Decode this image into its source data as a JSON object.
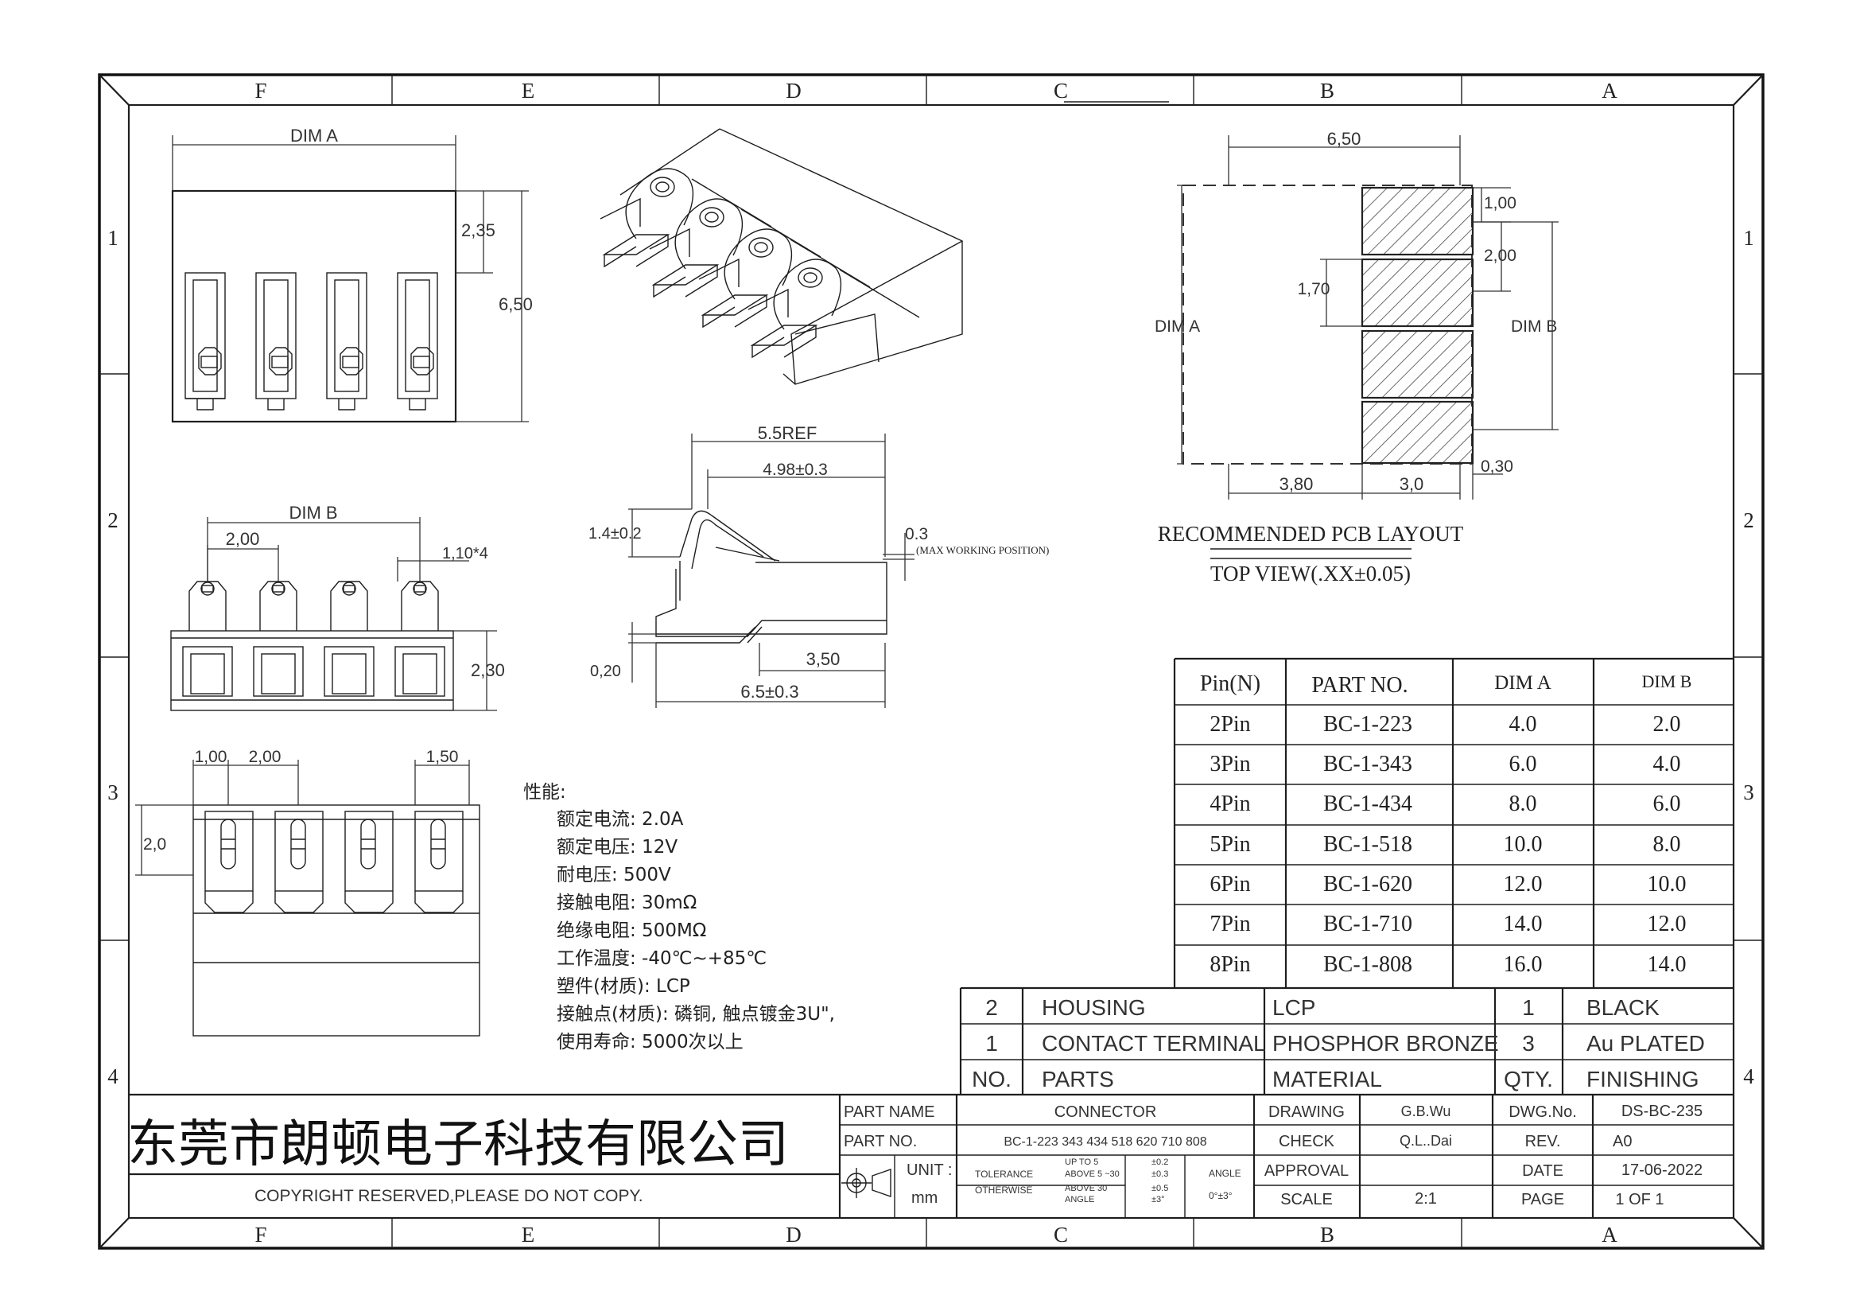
{
  "frame": {
    "columns": [
      "F",
      "E",
      "D",
      "C",
      "B",
      "A"
    ],
    "rows": [
      "1",
      "2",
      "3",
      "4"
    ]
  },
  "dims": {
    "front_width": "DIM A",
    "front_top": "2,35",
    "front_height": "6,50",
    "mid_width": "DIM B",
    "mid_pitch": "2,00",
    "mid_pin": "1,10*4",
    "mid_height": "2,30",
    "bot_d1": "1,00",
    "bot_d2": "2,00",
    "bot_d3": "1,50",
    "bot_h": "2,0",
    "side_ref": "5.5REF",
    "side_working": "4.98±0.3",
    "side_height": "1.4±0.2",
    "side_travel": "0.3",
    "side_travel_note": "(MAX WORKING POSITION)",
    "side_thick": "0,20",
    "side_base": "3,50",
    "side_total": "6.5±0.3",
    "pcb_width": "6,50",
    "pcb_pad": "1,00",
    "pcb_pitch": "2,00",
    "pcb_gap": "1,70",
    "pcb_dima": "DIM A",
    "pcb_dimb": "DIM B",
    "pcb_left": "3,80",
    "pcb_pad_w": "3,0",
    "pcb_end": "0,30"
  },
  "pcb_layout": {
    "title": "RECOMMENDED PCB LAYOUT",
    "subtitle": "TOP VIEW(.XX±0.05)"
  },
  "specs": {
    "heading": "性能:",
    "lines": [
      "额定电流: 2.0A",
      "额定电压: 12V",
      "耐电压: 500V",
      "接触电阻: 30mΩ",
      "绝缘电阻: 500MΩ",
      "工作温度: -40℃~+85℃",
      "塑件(材质): LCP",
      "接触点(材质): 磷铜, 触点镀金3U\",",
      "使用寿命: 5000次以上"
    ]
  },
  "pin_table": {
    "headers": [
      "Pin(N)",
      "PART NO.",
      "DIM A",
      "DIM B"
    ],
    "rows": [
      [
        "2Pin",
        "BC-1-223",
        "4.0",
        "2.0"
      ],
      [
        "3Pin",
        "BC-1-343",
        "6.0",
        "4.0"
      ],
      [
        "4Pin",
        "BC-1-434",
        "8.0",
        "6.0"
      ],
      [
        "5Pin",
        "BC-1-518",
        "10.0",
        "8.0"
      ],
      [
        "6Pin",
        "BC-1-620",
        "12.0",
        "10.0"
      ],
      [
        "7Pin",
        "BC-1-710",
        "14.0",
        "12.0"
      ],
      [
        "8Pin",
        "BC-1-808",
        "16.0",
        "14.0"
      ]
    ]
  },
  "bom": {
    "rows": [
      [
        "2",
        "HOUSING",
        "LCP",
        "1",
        "BLACK"
      ],
      [
        "1",
        "CONTACT TERMINAL",
        "PHOSPHOR BRONZE",
        "3",
        "Au PLATED"
      ],
      [
        "NO.",
        "PARTS",
        "MATERIAL",
        "QTY.",
        "FINISHING"
      ]
    ]
  },
  "title_block": {
    "company": "东莞市朗顿电子科技有限公司",
    "copyright": "COPYRIGHT RESERVED,PLEASE DO NOT COPY.",
    "part_name_label": "PART NAME",
    "part_name": "CONNECTOR",
    "part_no_label": "PART NO.",
    "part_no": "BC-1-223 343 434 518 620 710 808",
    "unit_label": "UNIT :",
    "unit": "mm",
    "tolerance_label": "TOLERANCE",
    "otherwise_label": "OTHERWISE",
    "tol_rows": [
      [
        "UP TO 5",
        "±0.2"
      ],
      [
        "ABOVE 5 ~30",
        "±0.3"
      ],
      [
        "ABOVE 30",
        "±0.5"
      ],
      [
        "ANGLE",
        "±3°"
      ]
    ],
    "angle_label": "ANGLE",
    "angle_value": "0°±3°",
    "drawing_label": "DRAWING",
    "drawing_by": "G.B.Wu",
    "check_label": "CHECK",
    "check_by": "Q.L..Dai",
    "approval_label": "APPROVAL",
    "scale_label": "SCALE",
    "scale": "2:1",
    "dwg_label": "DWG.No.",
    "dwg_no": "DS-BC-235",
    "rev_label": "REV.",
    "rev": "A0",
    "date_label": "DATE",
    "date": "17-06-2022",
    "page_label": "PAGE",
    "page": "1 OF 1"
  }
}
